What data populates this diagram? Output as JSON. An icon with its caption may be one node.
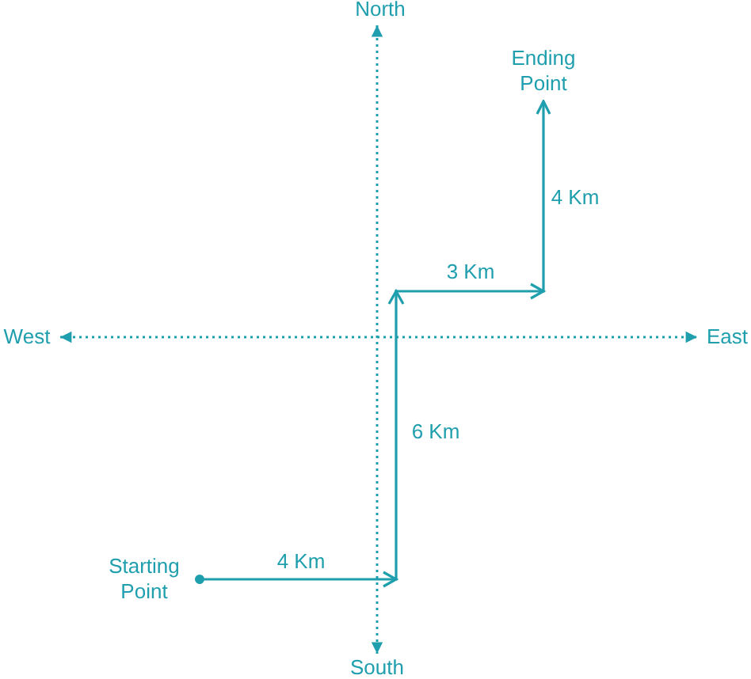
{
  "diagram": {
    "nodes": [
      {
        "text": [
          "Starting Point"
        ]
      },
      {
        "text": [
          "Ending Point"
        ]
      }
    ],
    "edges": [
      {
        "from": 0,
        "to": 1,
        "arrow": "to"
      }
    ],
    "labels": [
      "North",
      "4 Km",
      "3 Km",
      "West",
      "East",
      "6 Km",
      "4 Km",
      "South"
    ]
  }
}
